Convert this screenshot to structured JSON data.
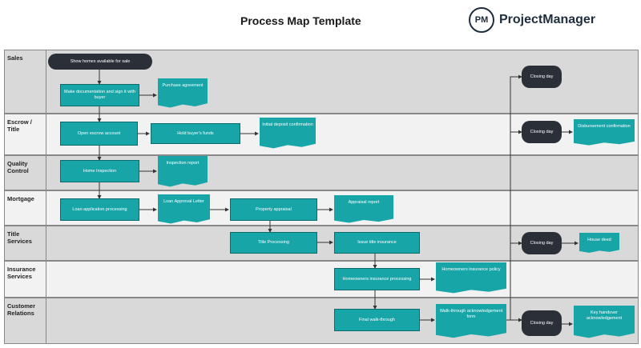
{
  "header": {
    "title": "Process Map Template",
    "brand": "ProjectManager",
    "brand_mark": "PM"
  },
  "lanes": [
    {
      "label": "Sales"
    },
    {
      "label": "Escrow / Title"
    },
    {
      "label": "Quality Control"
    },
    {
      "label": "Mortgage"
    },
    {
      "label": "Title Services"
    },
    {
      "label": "Insurance Services"
    },
    {
      "label": "Customer Relations"
    }
  ],
  "nodes": {
    "show_homes": "Show homes available for sale",
    "make_docs": "Make documentation and sign it with buyer",
    "purchase_agreement": "Purchase agreement",
    "open_escrow": "Open escrow account",
    "hold_funds": "Hold buyer's funds",
    "initial_deposit": "Initial deposit confirmation",
    "home_inspection": "Home Inspection",
    "inspection_report": "Inspection report",
    "loan_processing": "Loan application processing",
    "loan_approval": "Loan Approval Letter",
    "property_appraisal": "Property appraisal",
    "appraisal_report": "Appraisal report",
    "title_processing": "Title Processing",
    "issue_title_insurance": "Issue title insurance",
    "homeowners_processing": "Homeowners insurance processing",
    "homeowners_policy": "Homeowners insurance policy",
    "final_walkthrough": "Final walk-through",
    "walkthrough_form": "Walk-through acknowledgement form",
    "closing_sales": "Closing day",
    "closing_escrow": "Closing day",
    "closing_title": "Closing day",
    "closing_customer": "Closing day",
    "disbursement": "Disbursement confirmation",
    "house_deed": "House deed",
    "key_handover": "Key handover acknowledgement"
  },
  "colors": {
    "process": "#17a5a8",
    "terminal": "#2b2f38",
    "lane_shaded": "#d9d9d9",
    "lane_light": "#f2f2f2"
  }
}
